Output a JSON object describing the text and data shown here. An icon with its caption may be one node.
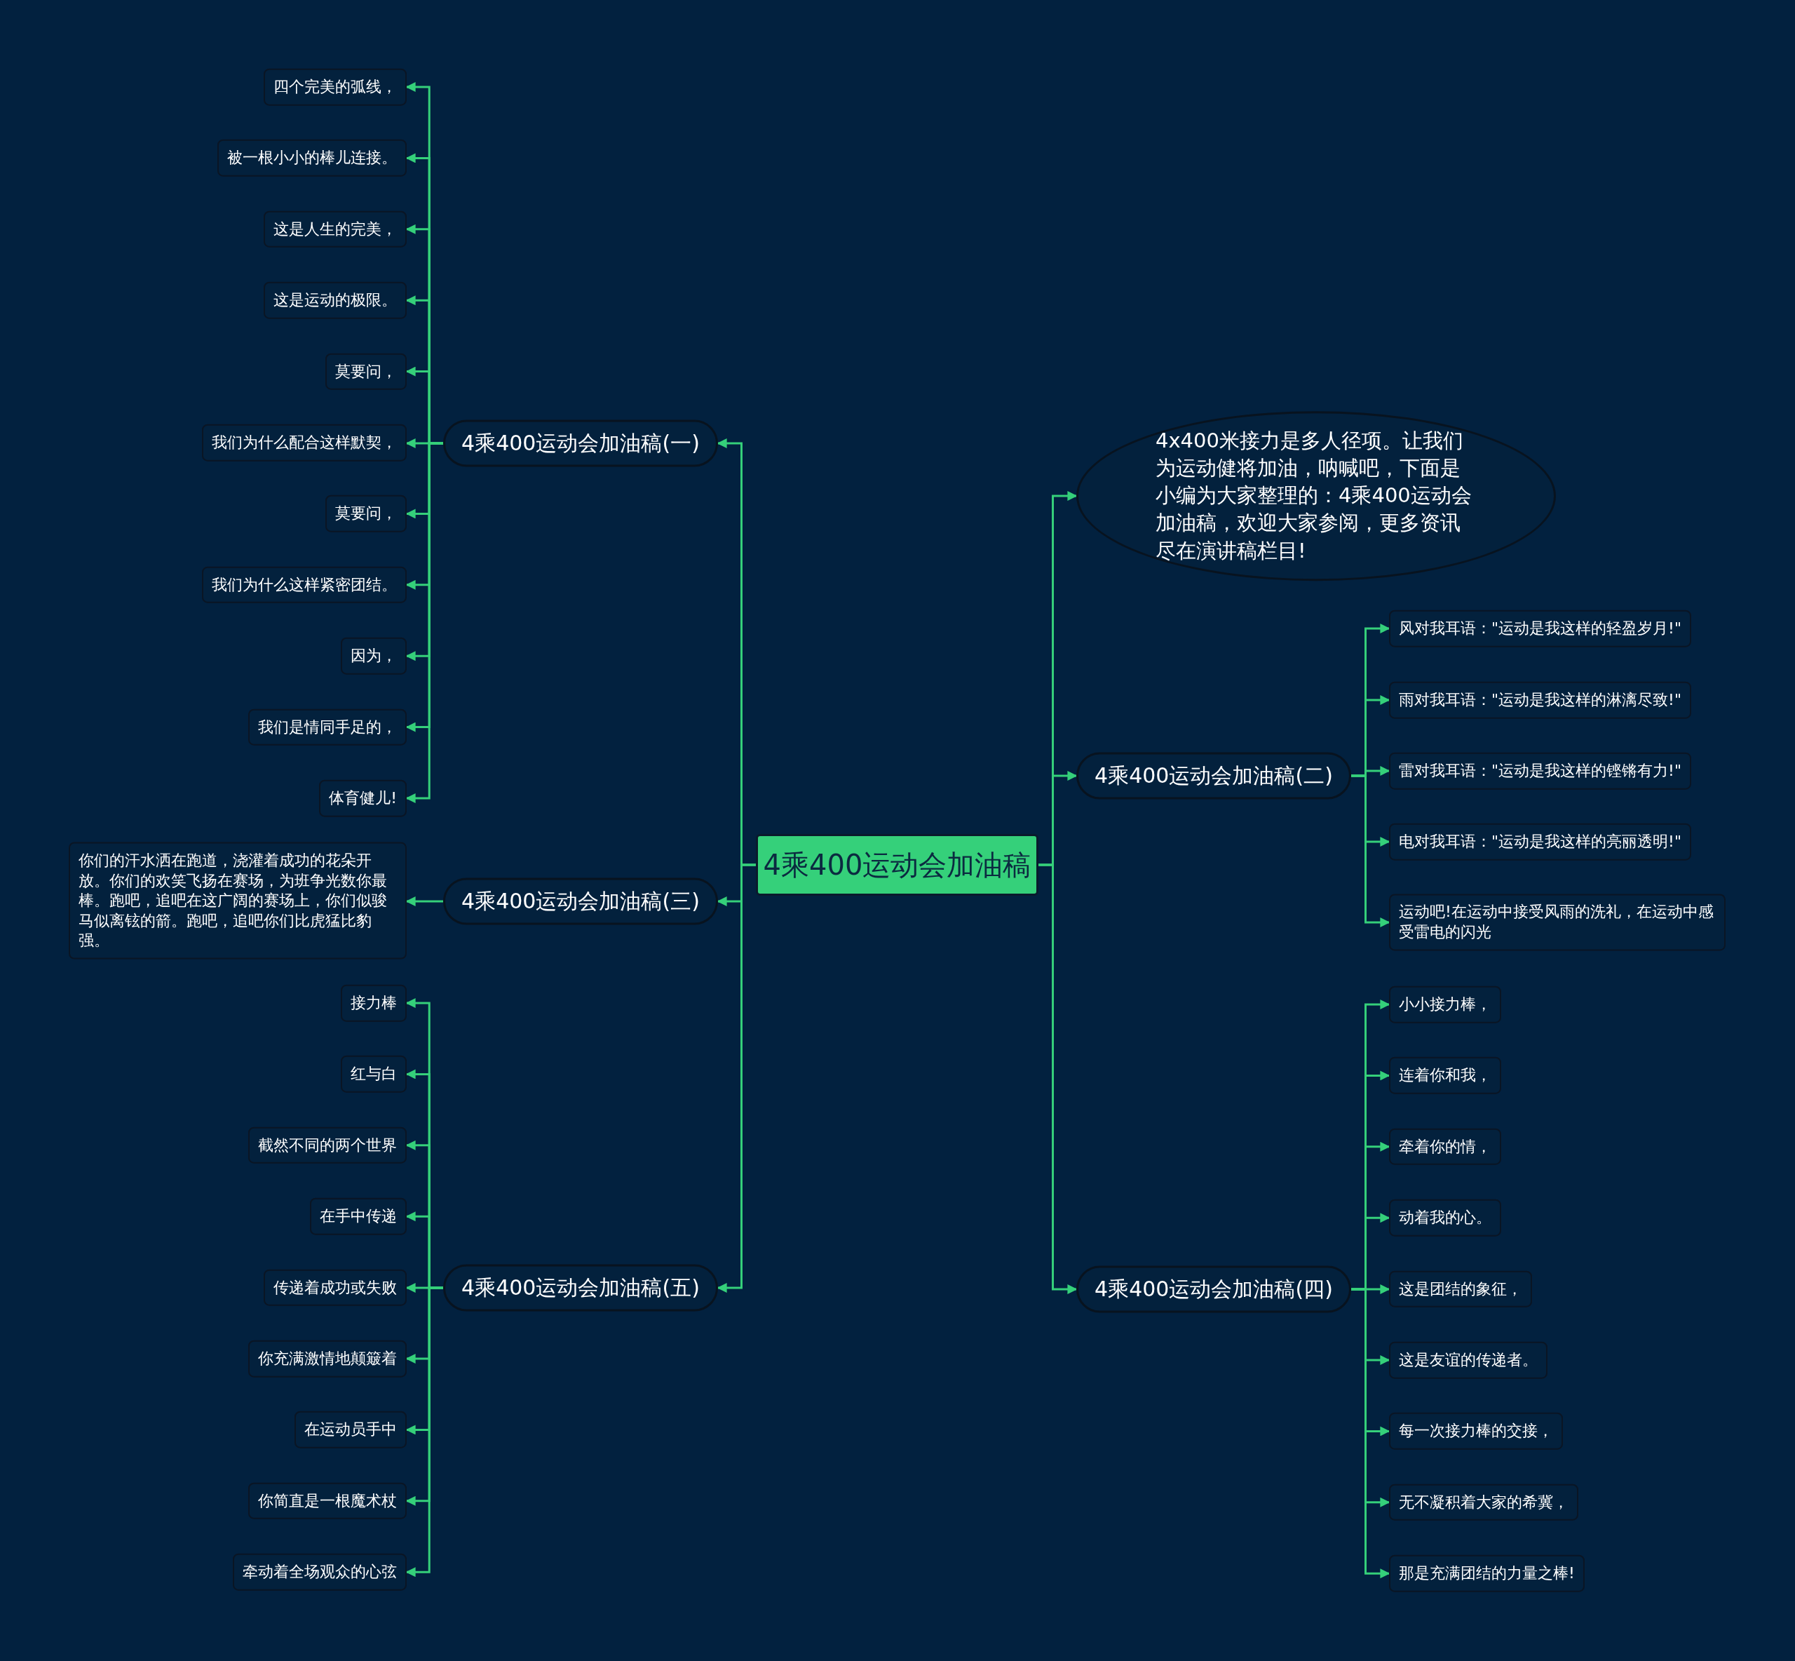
{
  "diagram": {
    "nodes": [
      {
        "text": [
          "4乘400运动会加油稿"
        ]
      },
      {
        "text": [
          "4乘400运动会加油稿(一)"
        ]
      },
      {
        "text": [
          "四个完美的弧线，"
        ]
      },
      {
        "text": [
          "被一根小小的棒儿连接。"
        ]
      },
      {
        "text": [
          "这是人生的完美，"
        ]
      },
      {
        "text": [
          "这是运动的极限。"
        ]
      },
      {
        "text": [
          "莫要问，"
        ]
      },
      {
        "text": [
          "我们为什么配合这样默契，"
        ]
      },
      {
        "text": [
          "莫要问，"
        ]
      },
      {
        "text": [
          "我们为什么这样紧密团结。"
        ]
      },
      {
        "text": [
          "因为，"
        ]
      },
      {
        "text": [
          "我们是情同手足的，"
        ]
      },
      {
        "text": [
          "体育健儿!"
        ]
      },
      {
        "text": [
          "4乘400运动会加油稿(三)"
        ]
      },
      {
        "text": [
          "你们的汗水洒在跑道，浇灌着成功的花朵开放。你们的欢笑飞扬在赛场，为班争光数你最棒。跑吧，追吧在这广阔的赛场上，你们似骏马似离铉的箭。跑吧，追吧你们比虎猛比豹强。"
        ]
      },
      {
        "text": [
          "4乘400运动会加油稿(五)"
        ]
      },
      {
        "text": [
          "接力棒"
        ]
      },
      {
        "text": [
          "红与白"
        ]
      },
      {
        "text": [
          "截然不同的两个世界"
        ]
      },
      {
        "text": [
          "在手中传递"
        ]
      },
      {
        "text": [
          "传递着成功或失败"
        ]
      },
      {
        "text": [
          "你充满激情地颠簸着"
        ]
      },
      {
        "text": [
          "在运动员手中"
        ]
      },
      {
        "text": [
          "你简直是一根魔术杖"
        ]
      },
      {
        "text": [
          "牵动着全场观众的心弦"
        ]
      },
      {
        "text": [
          "4x400米接力是多人径项。让我们为运动健将加油，呐喊吧，下面是小编为大家整理的：4乘400运动会加油稿，欢迎大家参阅，更多资讯尽在演讲稿栏目!"
        ]
      },
      {
        "text": [
          "4乘400运动会加油稿(二)"
        ]
      },
      {
        "text": [
          "风对我耳语：\"运动是我这样的轻盈岁月!\""
        ]
      },
      {
        "text": [
          "雨对我耳语：\"运动是我这样的淋漓尽致!\""
        ]
      },
      {
        "text": [
          "雷对我耳语：\"运动是我这样的铿锵有力!\""
        ]
      },
      {
        "text": [
          "电对我耳语：\"运动是我这样的亮丽透明!\""
        ]
      },
      {
        "text": [
          "运动吧!在运动中接受风雨的洗礼，在运动中感受雷电的闪光"
        ]
      },
      {
        "text": [
          "4乘400运动会加油稿(四)"
        ]
      },
      {
        "text": [
          "小小接力棒，"
        ]
      },
      {
        "text": [
          "连着你和我，"
        ]
      },
      {
        "text": [
          "牵着你的情，"
        ]
      },
      {
        "text": [
          "动着我的心。"
        ]
      },
      {
        "text": [
          "这是团结的象征，"
        ]
      },
      {
        "text": [
          "这是友谊的传递者。"
        ]
      },
      {
        "text": [
          "每一次接力棒的交接，"
        ]
      },
      {
        "text": [
          "无不凝积着大家的希冀，"
        ]
      },
      {
        "text": [
          "那是充满团结的力量之棒!"
        ]
      }
    ],
    "edges": [
      {
        "from": 0,
        "to": 1,
        "arrow": "to"
      },
      {
        "from": 1,
        "to": 2,
        "arrow": "to"
      },
      {
        "from": 1,
        "to": 3,
        "arrow": "to"
      },
      {
        "from": 1,
        "to": 4,
        "arrow": "to"
      },
      {
        "from": 1,
        "to": 5,
        "arrow": "to"
      },
      {
        "from": 1,
        "to": 6,
        "arrow": "to"
      },
      {
        "from": 1,
        "to": 7,
        "arrow": "to"
      },
      {
        "from": 1,
        "to": 8,
        "arrow": "to"
      },
      {
        "from": 1,
        "to": 9,
        "arrow": "to"
      },
      {
        "from": 1,
        "to": 10,
        "arrow": "to"
      },
      {
        "from": 1,
        "to": 11,
        "arrow": "to"
      },
      {
        "from": 1,
        "to": 12,
        "arrow": "to"
      },
      {
        "from": 0,
        "to": 13,
        "arrow": "to"
      },
      {
        "from": 13,
        "to": 14,
        "arrow": "to"
      },
      {
        "from": 0,
        "to": 15,
        "arrow": "to"
      },
      {
        "from": 15,
        "to": 16,
        "arrow": "to"
      },
      {
        "from": 15,
        "to": 17,
        "arrow": "to"
      },
      {
        "from": 15,
        "to": 18,
        "arrow": "to"
      },
      {
        "from": 15,
        "to": 19,
        "arrow": "to"
      },
      {
        "from": 15,
        "to": 20,
        "arrow": "to"
      },
      {
        "from": 15,
        "to": 21,
        "arrow": "to"
      },
      {
        "from": 15,
        "to": 22,
        "arrow": "to"
      },
      {
        "from": 15,
        "to": 23,
        "arrow": "to"
      },
      {
        "from": 15,
        "to": 24,
        "arrow": "to"
      },
      {
        "from": 0,
        "to": 25,
        "arrow": "to"
      },
      {
        "from": 0,
        "to": 26,
        "arrow": "to"
      },
      {
        "from": 26,
        "to": 27,
        "arrow": "to"
      },
      {
        "from": 26,
        "to": 28,
        "arrow": "to"
      },
      {
        "from": 26,
        "to": 29,
        "arrow": "to"
      },
      {
        "from": 26,
        "to": 30,
        "arrow": "to"
      },
      {
        "from": 26,
        "to": 31,
        "arrow": "to"
      },
      {
        "from": 0,
        "to": 32,
        "arrow": "to"
      },
      {
        "from": 32,
        "to": 33,
        "arrow": "to"
      },
      {
        "from": 32,
        "to": 34,
        "arrow": "to"
      },
      {
        "from": 32,
        "to": 35,
        "arrow": "to"
      },
      {
        "from": 32,
        "to": 36,
        "arrow": "to"
      },
      {
        "from": 32,
        "to": 37,
        "arrow": "to"
      },
      {
        "from": 32,
        "to": 38,
        "arrow": "to"
      },
      {
        "from": 32,
        "to": 39,
        "arrow": "to"
      },
      {
        "from": 32,
        "to": 40,
        "arrow": "to"
      },
      {
        "from": 32,
        "to": 41,
        "arrow": "to"
      }
    ]
  }
}
